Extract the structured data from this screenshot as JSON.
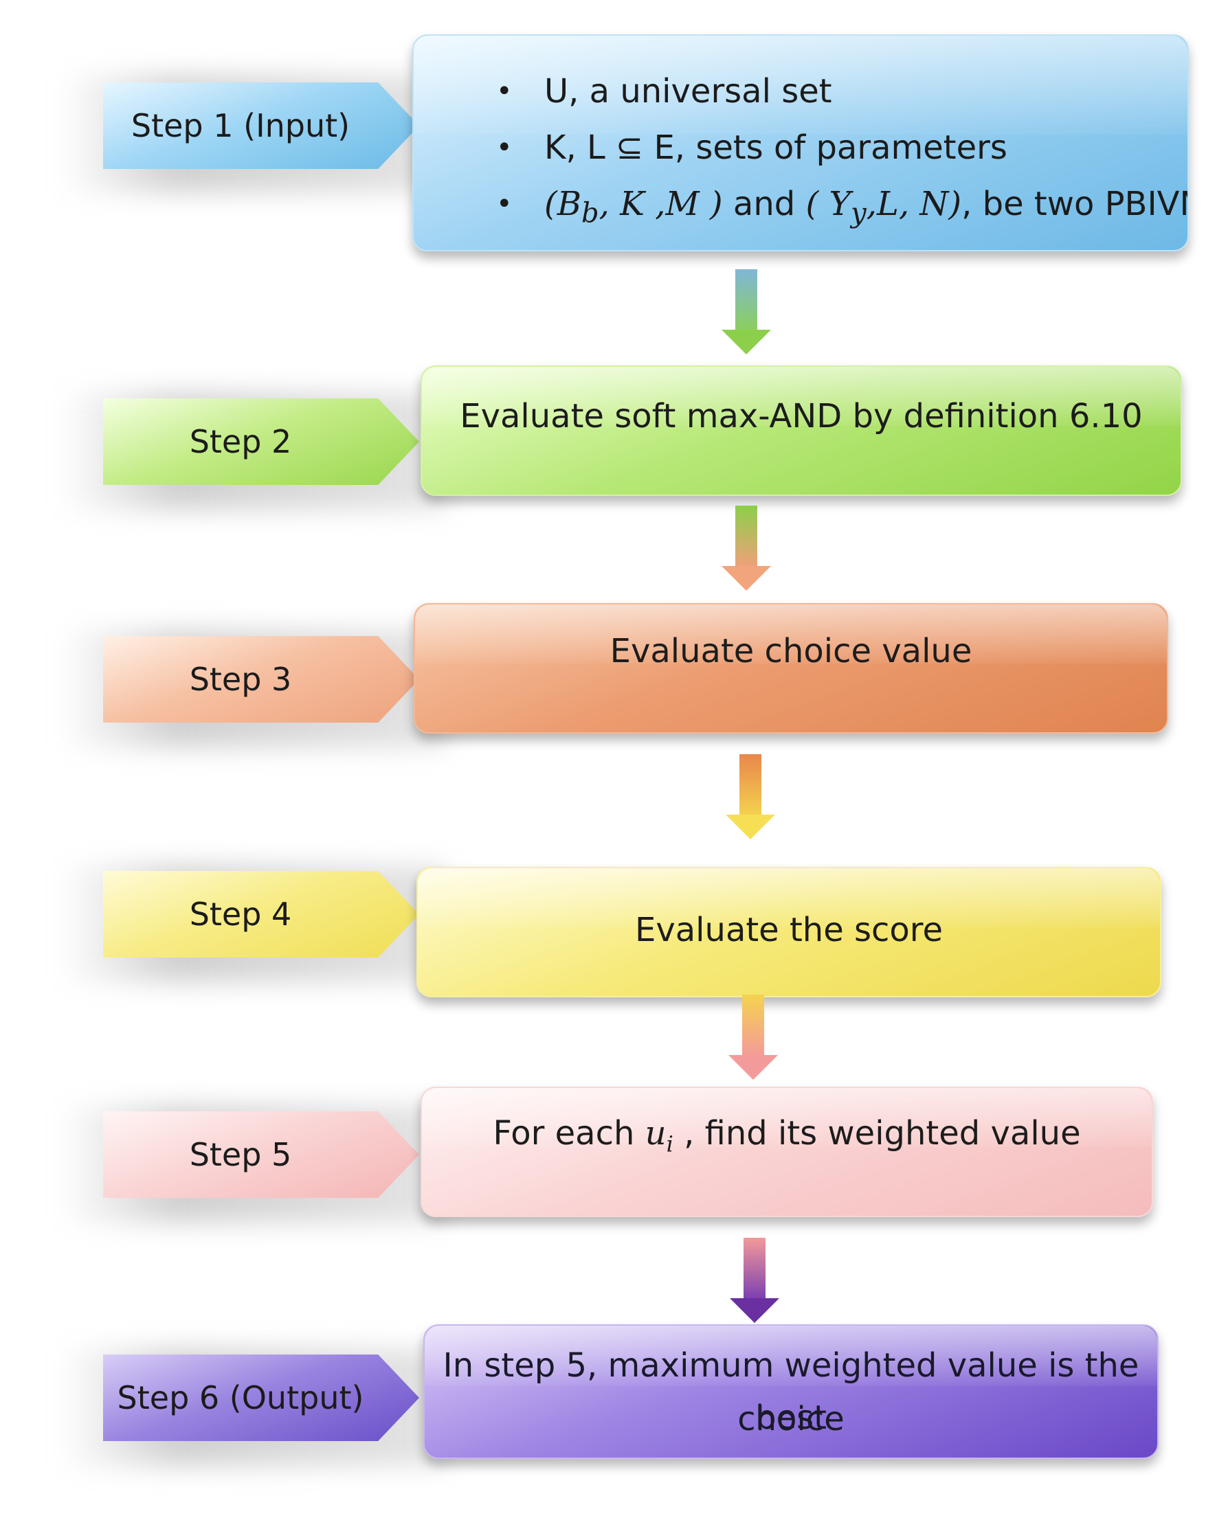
{
  "steps": [
    {
      "label": "Step 1 (Input)"
    },
    {
      "label": "Step 2",
      "text": "Evaluate soft max-AND by definition 6.10"
    },
    {
      "label": "Step 3",
      "text": "Evaluate choice value"
    },
    {
      "label": "Step 4",
      "text": "Evaluate the score"
    },
    {
      "label": "Step 5",
      "text_before": "For each ",
      "math": "u",
      "subscript": "i",
      "text_after": " , find its weighted value"
    },
    {
      "label": "Step 6 (Output)",
      "text_line1": "In step 5, maximum weighted value is the best",
      "text_line2": "choice"
    }
  ],
  "step1_inputs": {
    "item1": "U, a universal set",
    "item2": "K, L ⊆ E, sets of parameters",
    "item3_math1": "(B",
    "item3_sub1": "b",
    "item3_math2": ", K ,M )",
    "item3_mid": " and ",
    "item3_math3": "( Y",
    "item3_sub2": "y",
    "item3_math4": ",L, N)",
    "item3_end": ", be two PBIVNSS"
  },
  "bullet": "•",
  "colors": {
    "blue": "#7cc4ec",
    "green": "#a6e05a",
    "orange": "#f0a07a",
    "yellow": "#f5e66a",
    "pink": "#f8c8c8",
    "purple": "#7a52c6"
  }
}
